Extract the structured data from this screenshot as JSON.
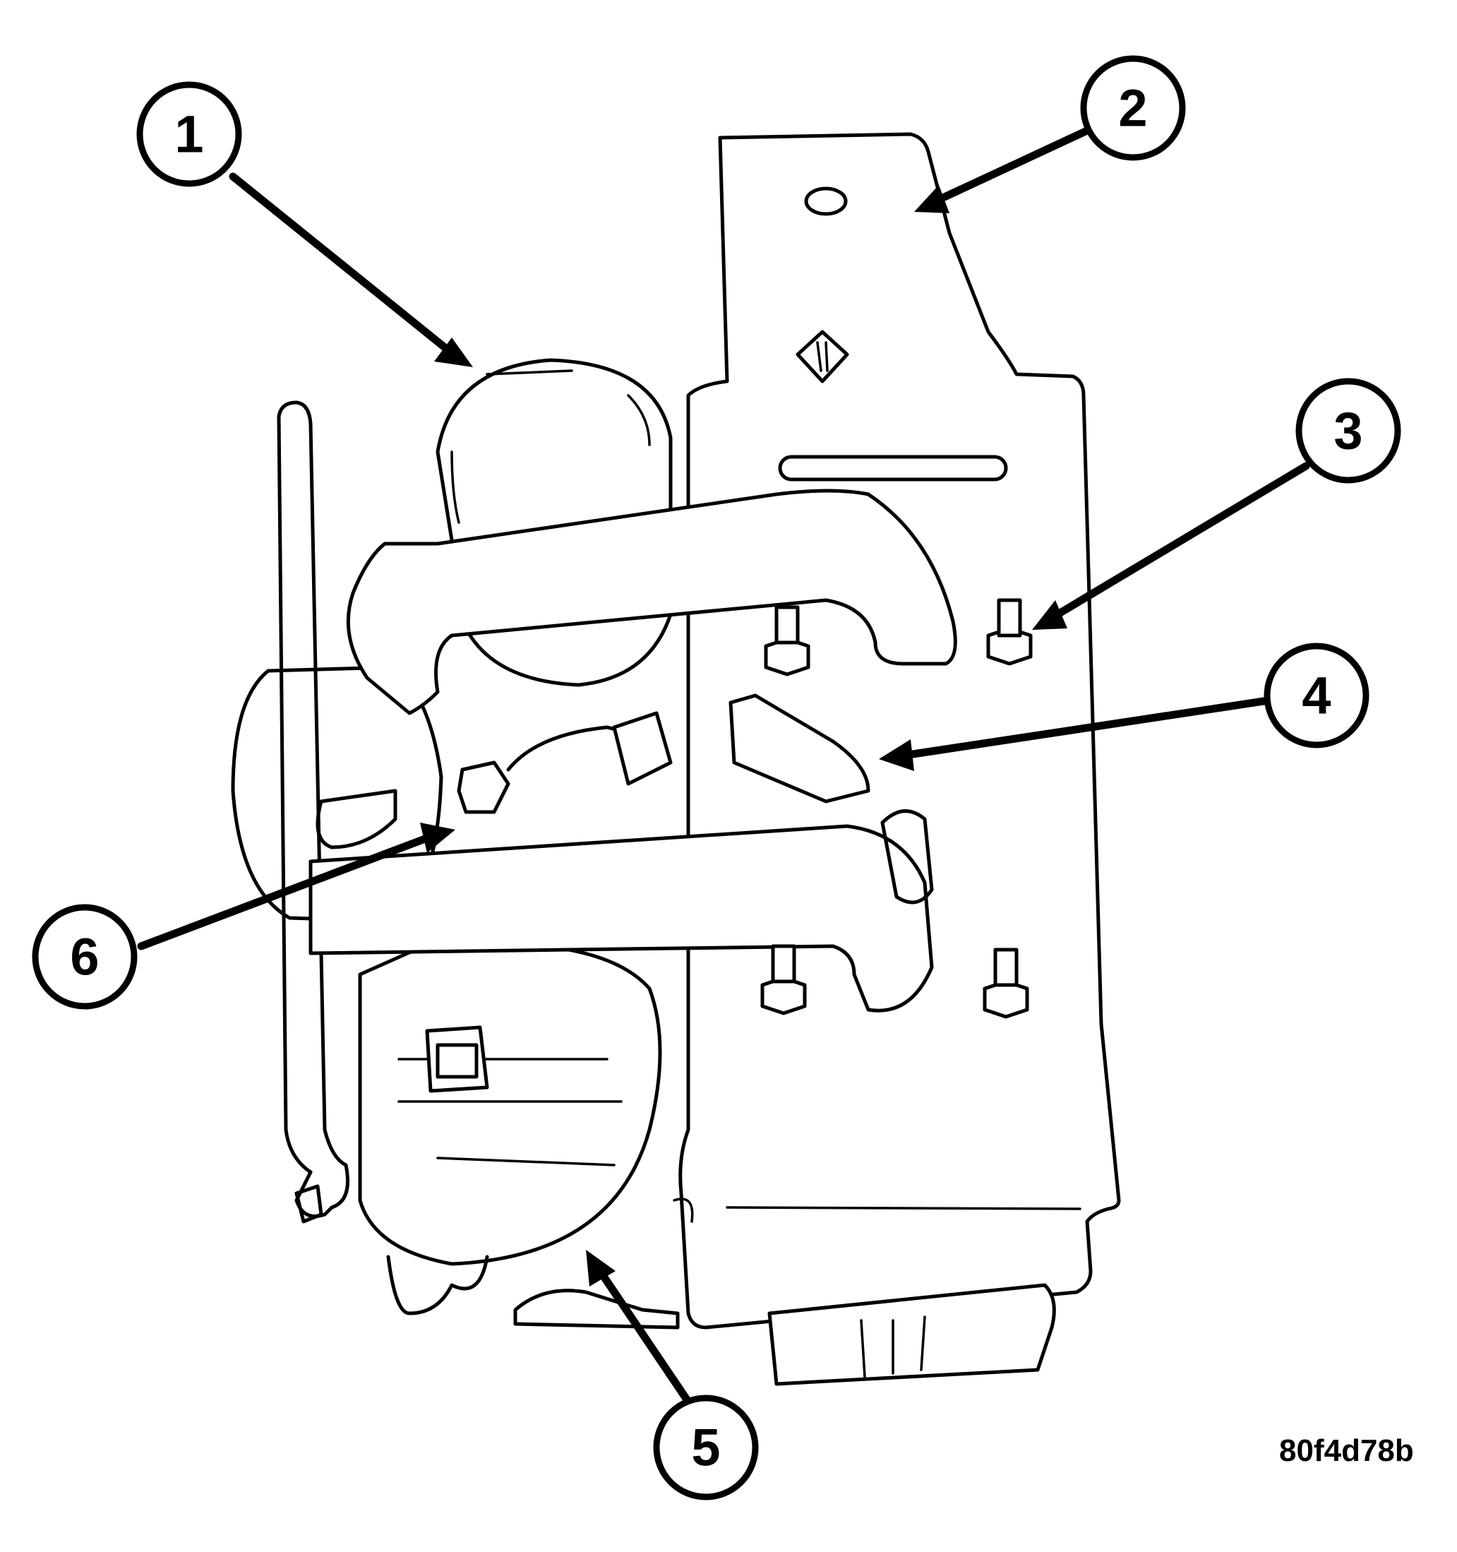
{
  "figure_id": "80f4d78b",
  "callouts": [
    {
      "number": "1"
    },
    {
      "number": "2"
    },
    {
      "number": "3"
    },
    {
      "number": "4"
    },
    {
      "number": "5"
    },
    {
      "number": "6"
    }
  ]
}
